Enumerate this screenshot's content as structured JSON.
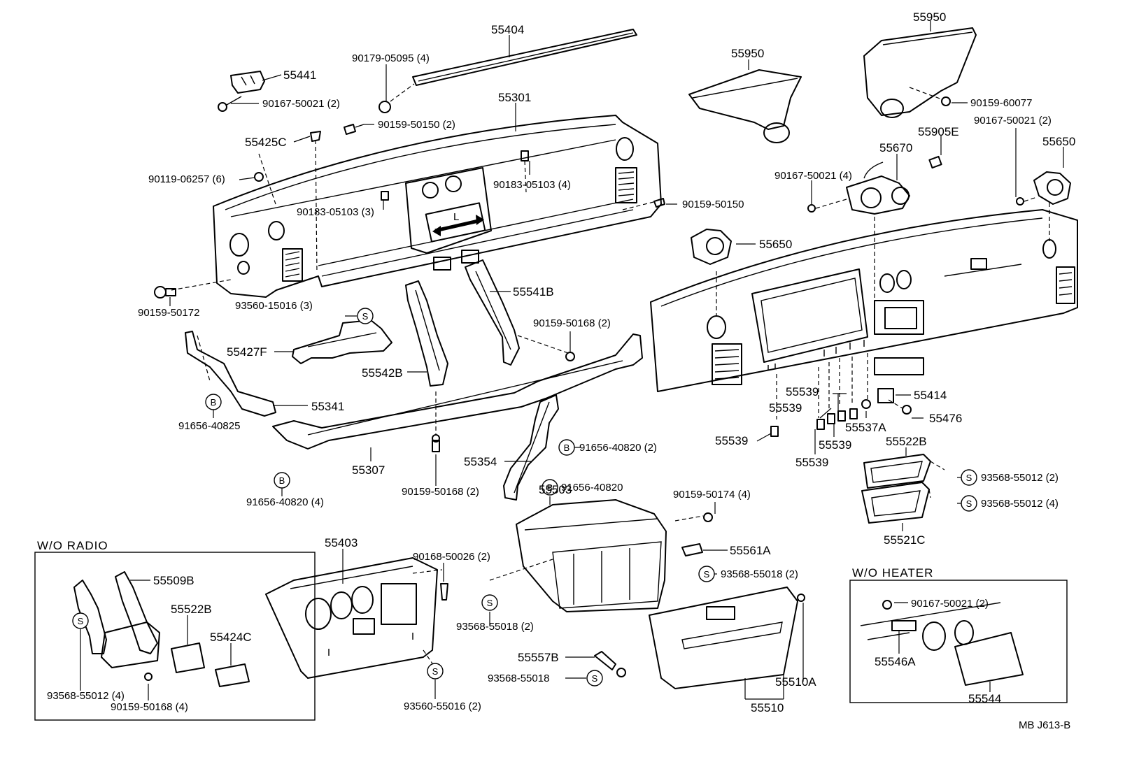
{
  "labels": {
    "p55404": "55404",
    "p90179_05095": "90179-05095 (4)",
    "p55441": "55441",
    "p90167_50021_a": "90167-50021 (2)",
    "p55301": "55301",
    "p90159_50150_2": "90159-50150 (2)",
    "p55425C": "55425C",
    "p90119_06257": "90119-06257 (6)",
    "p90183_05103_4": "90183-05103 (4)",
    "p90183_05103_3": "90183-05103 (3)",
    "p90159_50150": "90159-50150",
    "p90159_50172": "90159-50172",
    "p93560_15016": "93560-15016 (3)",
    "p55541B": "55541B",
    "p90159_50168_2a": "90159-50168 (2)",
    "p55427F": "55427F",
    "p55542B": "55542B",
    "p55341": "55341",
    "p91656_40825": "91656-40825",
    "p55307": "55307",
    "p91656_40820_2": "91656-40820 (2)",
    "p55354": "55354",
    "p91656_40820": "91656-40820",
    "p90159_50168_2b": "90159-50168 (2)",
    "p91656_40820_4": "91656-40820 (4)",
    "p55950_a": "55950",
    "p55950_b": "55950",
    "p90159_60077": "90159-60077",
    "p55905E": "55905E",
    "p55670": "55670",
    "p90167_50021_4": "90167-50021 (4)",
    "p90167_50021_b": "90167-50021 (2)",
    "p55650_a": "55650",
    "p55650_b": "55650",
    "p55539_1": "55539",
    "p55539_2": "55539",
    "p55539_3": "55539",
    "p55539_4": "55539",
    "p55539_5": "55539",
    "p55537A": "55537A",
    "p55414": "55414",
    "p55476": "55476",
    "p55522B_a": "55522B",
    "p93568_55012_2": "93568-55012 (2)",
    "p93568_55012_4": "93568-55012 (4)",
    "p55521C": "55521C",
    "p55503": "55503",
    "p90159_50174": "90159-50174 (4)",
    "p55561A": "55561A",
    "p93568_55018_2a": "93568-55018 (2)",
    "p93568_55018_2b": "93568-55018 (2)",
    "p55403": "55403",
    "p90168_50026": "90168-50026 (2)",
    "p93560_55016": "93560-55016 (2)",
    "p55557B": "55557B",
    "p93568_55018": "93568-55018",
    "p55510A": "55510A",
    "p55510": "55510",
    "p55509B": "55509B",
    "p55522B_b": "55522B",
    "p55424C": "55424C",
    "p93568_55012_4b": "93568-55012 (4)",
    "p90159_50168_4": "90159-50168 (4)",
    "p90167_50021_c": "90167-50021 (2)",
    "p55546A": "55546A",
    "p55544": "55544"
  },
  "badges": {
    "s": "S",
    "b": "B"
  },
  "panels": {
    "wo_radio": "W/O RADIO",
    "wo_heater": "W/O HEATER"
  },
  "footer": {
    "code": "MB  J613-B"
  },
  "arrow_mark": "L"
}
